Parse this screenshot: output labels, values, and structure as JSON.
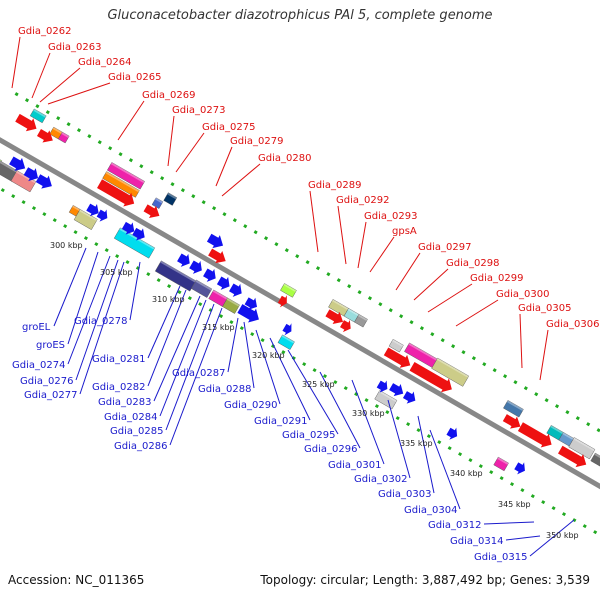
{
  "title": "Gluconacetobacter diazotrophicus PAl 5, complete genome",
  "footer": {
    "accession": "Accession: NC_011365",
    "topology": "Topology: circular; Length: 3,887,492 bp; Genes: 3,539"
  },
  "colors": {
    "top_labels": "#dd1111",
    "bottom_labels": "#1a1acc",
    "backbone": "#888888",
    "tick_dots": "#22aa22"
  },
  "top_labels": [
    "Gdia_0262",
    "Gdia_0263",
    "Gdia_0264",
    "Gdia_0265",
    "Gdia_0269",
    "Gdia_0273",
    "Gdia_0275",
    "Gdia_0279",
    "Gdia_0280",
    "Gdia_0289",
    "Gdia_0292",
    "Gdia_0293",
    "gpsA",
    "Gdia_0297",
    "Gdia_0298",
    "Gdia_0299",
    "Gdia_0300",
    "Gdia_0305",
    "Gdia_0306"
  ],
  "bottom_labels": [
    "groEL",
    "groES",
    "Gdia_0274",
    "Gdia_0276",
    "Gdia_0277",
    "Gdia_0278",
    "Gdia_0281",
    "Gdia_0282",
    "Gdia_0283",
    "Gdia_0284",
    "Gdia_0285",
    "Gdia_0286",
    "Gdia_0287",
    "Gdia_0288",
    "Gdia_0290",
    "Gdia_0291",
    "Gdia_0295",
    "Gdia_0296",
    "Gdia_0301",
    "Gdia_0302",
    "Gdia_0303",
    "Gdia_0304",
    "Gdia_0312",
    "Gdia_0314",
    "Gdia_0315"
  ],
  "scale_labels": [
    "300 kbp",
    "305 kbp",
    "310 kbp",
    "315 kbp",
    "320 kbp",
    "325 kbp",
    "330 kbp",
    "335 kbp",
    "340 kbp",
    "345 kbp",
    "350 kbp"
  ]
}
